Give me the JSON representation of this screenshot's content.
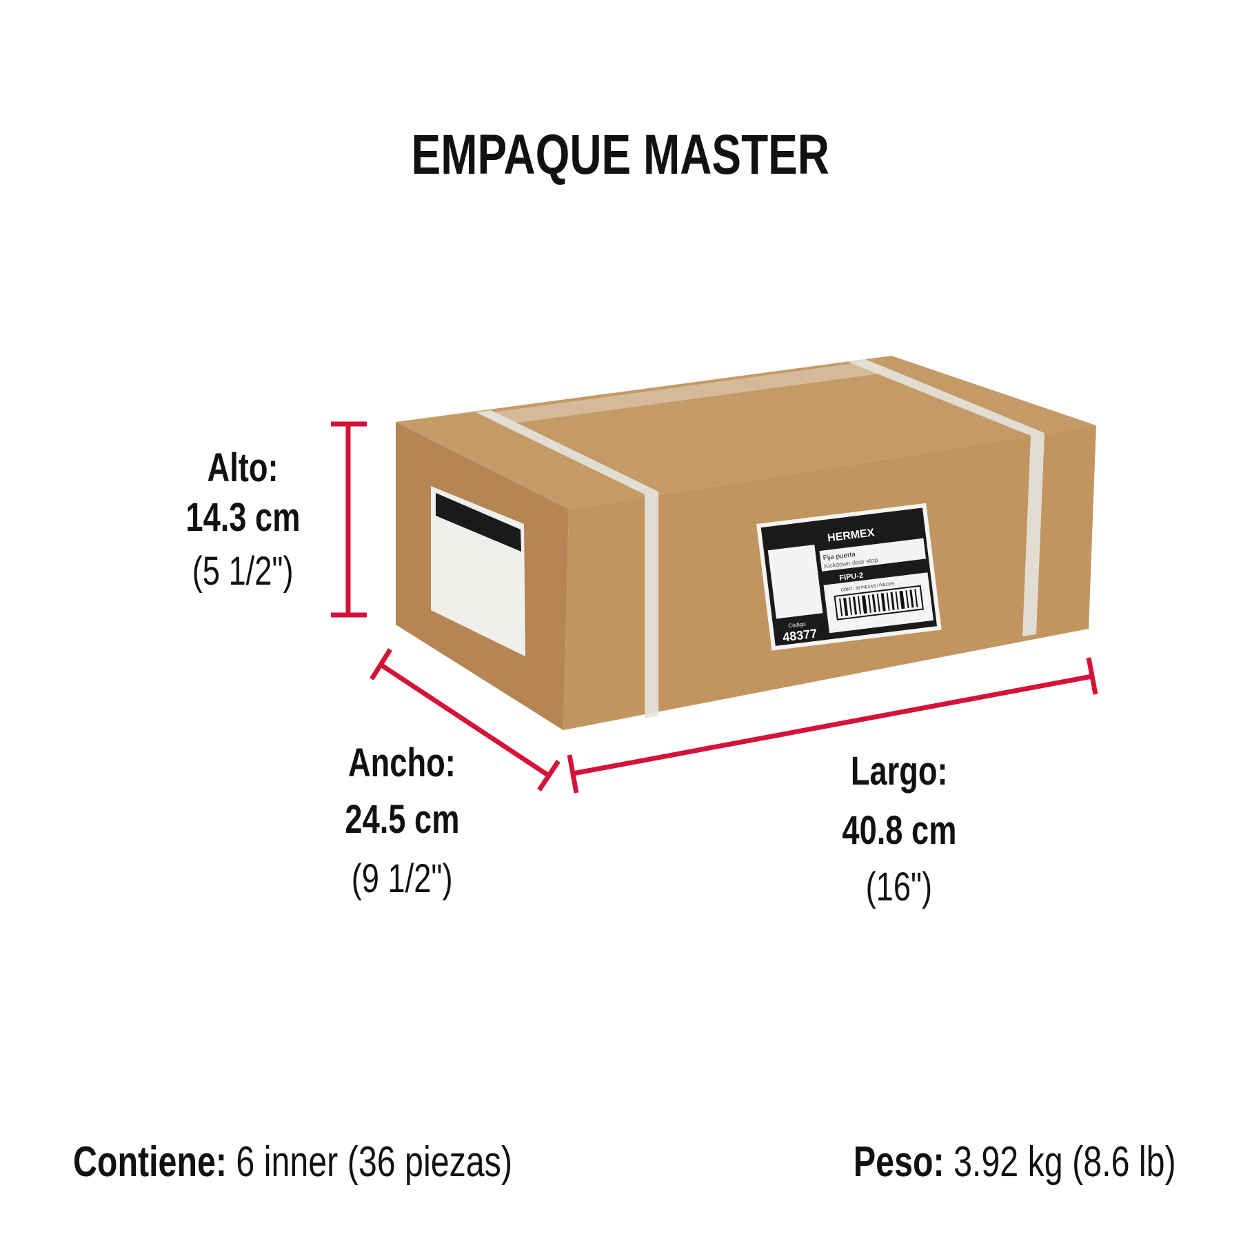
{
  "title": "EMPAQUE MASTER",
  "dimensions": {
    "alto": {
      "label": "Alto:",
      "metric": "14.3 cm",
      "imperial": "(5 1/2\")"
    },
    "ancho": {
      "label": "Ancho:",
      "metric": "24.5 cm",
      "imperial": "(9 1/2\")"
    },
    "largo": {
      "label": "Largo:",
      "metric": "40.8 cm",
      "imperial": "(16\")"
    }
  },
  "footer": {
    "contiene_label": "Contiene:",
    "contiene_value": "6 inner (36 piezas)",
    "peso_label": "Peso:",
    "peso_value": "3.92 kg (8.6 lb)"
  },
  "box_label": {
    "brand": "HERMEX",
    "product_es": "Fija puerta",
    "product_en": "Kickdown door stop",
    "clave": "FIPU-2",
    "content": "CONT.: 36 PIEZAS / PIECES",
    "codigo_label": "Código",
    "codigo": "48377"
  },
  "colors": {
    "accent": "#d5123a",
    "cardboard": "#c29560",
    "text": "#111111"
  }
}
